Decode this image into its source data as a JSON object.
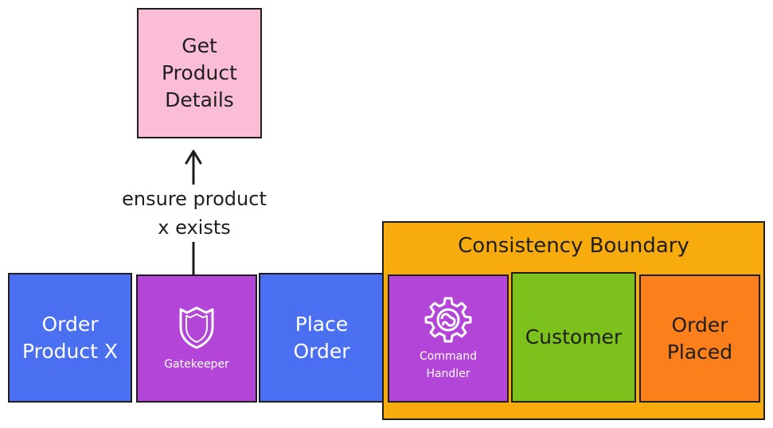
{
  "boxes": {
    "get_product_details": "Get\nProduct\nDetails",
    "order_product_x": "Order\nProduct X",
    "gatekeeper": "Gatekeeper",
    "place_order": "Place\nOrder",
    "command_handler": "Command\nHandler",
    "customer": "Customer",
    "order_placed": "Order\nPlaced"
  },
  "boundary": {
    "title": "Consistency Boundary"
  },
  "arrow": {
    "label": "ensure product\nx exists"
  },
  "colors": {
    "command_blue": "#4a6ff0",
    "policy_purple": "#b345d8",
    "read_model_pink": "#fbbcd6",
    "aggregate_green": "#7cc11c",
    "event_orange": "#fb7f1a",
    "boundary_yellow": "#f8ab0c"
  },
  "icons": {
    "gatekeeper": "shield-icon",
    "command_handler": "gear-icon"
  }
}
